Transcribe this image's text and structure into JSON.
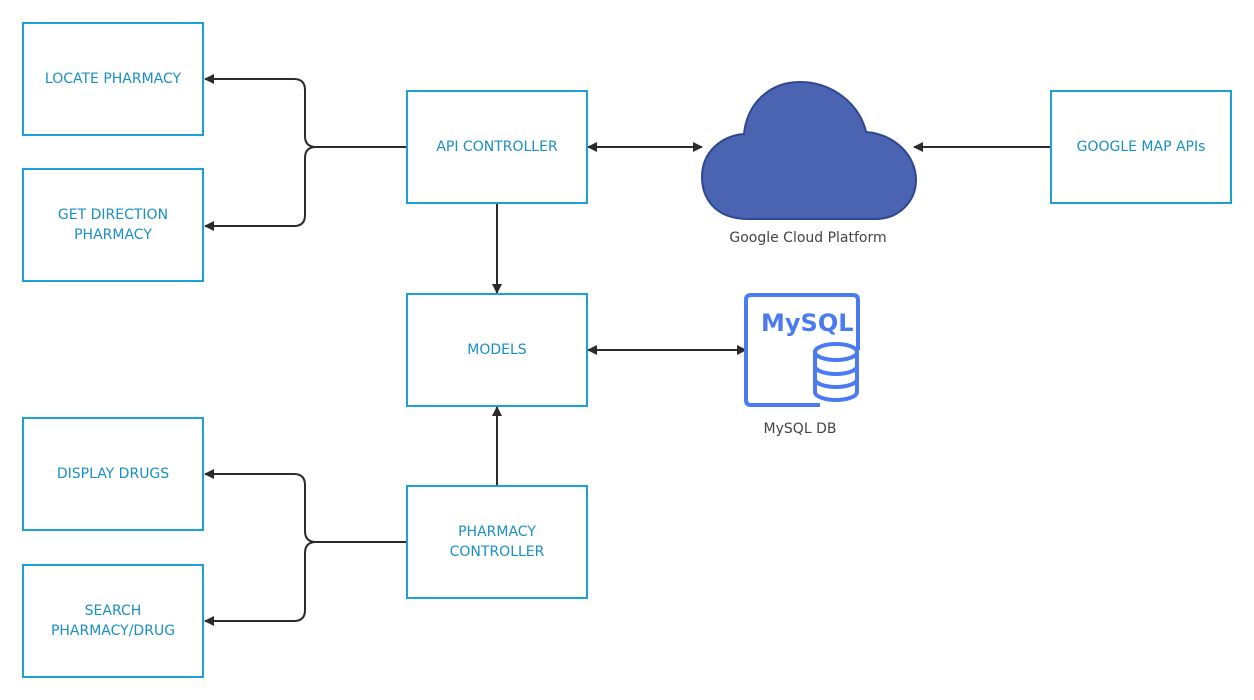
{
  "nodes": {
    "locate_pharmacy": "LOCATE PHARMACY",
    "get_direction": "GET DIRECTION PHARMACY",
    "display_drugs": "DISPLAY DRUGS",
    "search": "SEARCH PHARMACY/DRUG",
    "api_controller": "API CONTROLLER",
    "models": "MODELS",
    "pharmacy_controller": "PHARMACY CONTROLLER",
    "google_map_apis": "GOOGLE MAP APIs"
  },
  "icons": {
    "cloud": {
      "name": "cloud-icon",
      "label": "Google Cloud Platform",
      "color": "#4a64b2"
    },
    "mysql": {
      "name": "mysql-database-icon",
      "logo_text": "MySQL",
      "label": "MySQL DB",
      "color": "#4b7bf0"
    }
  },
  "colors": {
    "box_border": "#1ba1d6",
    "box_text": "#1a8fc4",
    "connector": "#2b2b2b",
    "caption": "#444444"
  },
  "edges": [
    {
      "from": "api_controller",
      "to": "locate_pharmacy"
    },
    {
      "from": "api_controller",
      "to": "get_direction"
    },
    {
      "from": "api_controller",
      "to": "cloud",
      "bidirectional": true
    },
    {
      "from": "google_map_apis",
      "to": "cloud"
    },
    {
      "from": "api_controller",
      "to": "models"
    },
    {
      "from": "models",
      "to": "mysql",
      "bidirectional": true
    },
    {
      "from": "pharmacy_controller",
      "to": "models"
    },
    {
      "from": "pharmacy_controller",
      "to": "display_drugs"
    },
    {
      "from": "pharmacy_controller",
      "to": "search"
    }
  ]
}
